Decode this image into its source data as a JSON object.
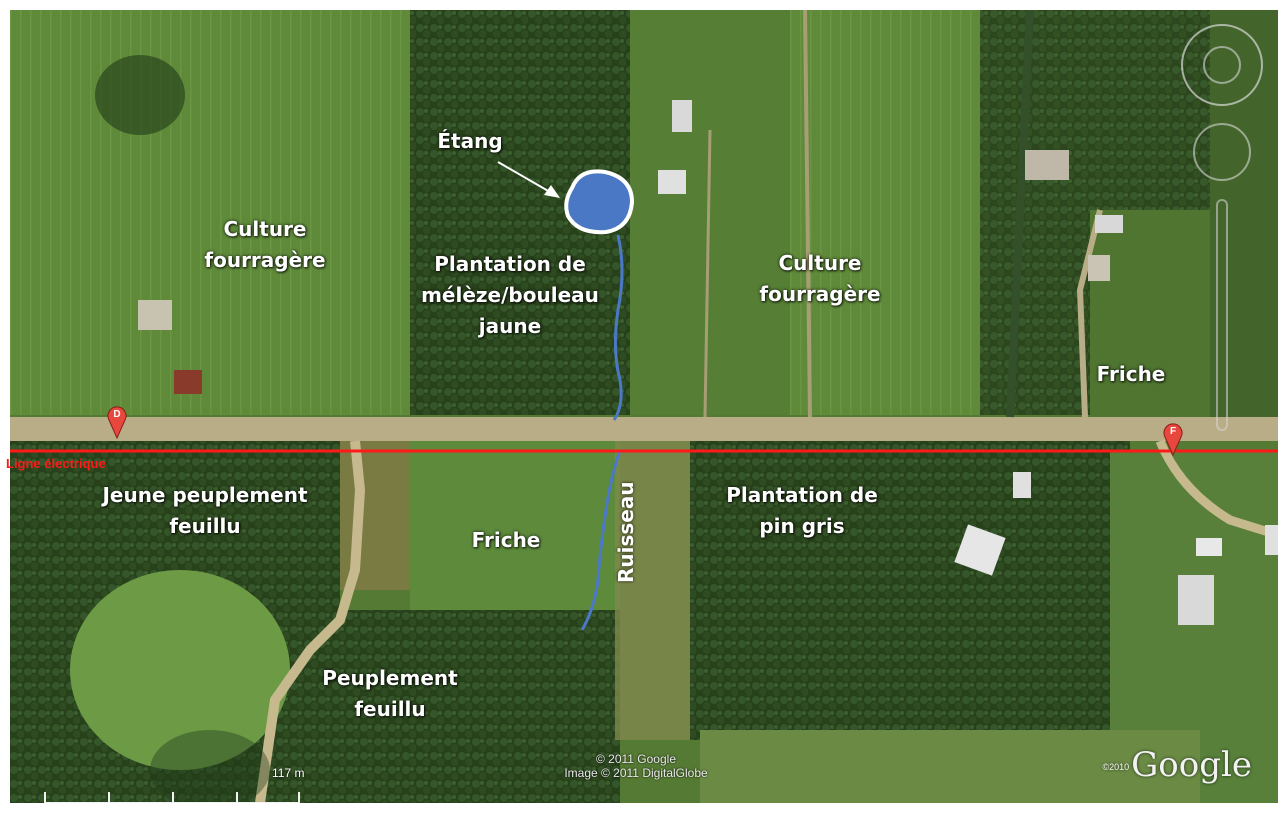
{
  "zones": {
    "culture_west": "Culture\nfourragère",
    "plantation_meleze": "Plantation de\nmélèze/bouleau\njaune",
    "culture_east": "Culture\nfourragère",
    "friche_east": "Friche",
    "jeune_peuplement": "Jeune peuplement\nfeuillu",
    "friche_center": "Friche",
    "plantation_pin": "Plantation de\npin gris",
    "peuplement_feuillu": "Peuplement\nfeuillu"
  },
  "features": {
    "pond": "Étang",
    "stream": "Ruisseau",
    "power_line": "Ligne électrique"
  },
  "markers": {
    "start": "D",
    "end": "F"
  },
  "attribution": {
    "line1": "© 2011 Google",
    "line2": "Image © 2011 DigitalGlobe",
    "logo_year": "©2010",
    "logo": "Google"
  },
  "scale": {
    "label": "117  m"
  },
  "colors": {
    "pond_fill": "#4a78c4",
    "stream": "#4b79c6",
    "power_line": "#ff1a1a",
    "marker": "#e8473e"
  }
}
